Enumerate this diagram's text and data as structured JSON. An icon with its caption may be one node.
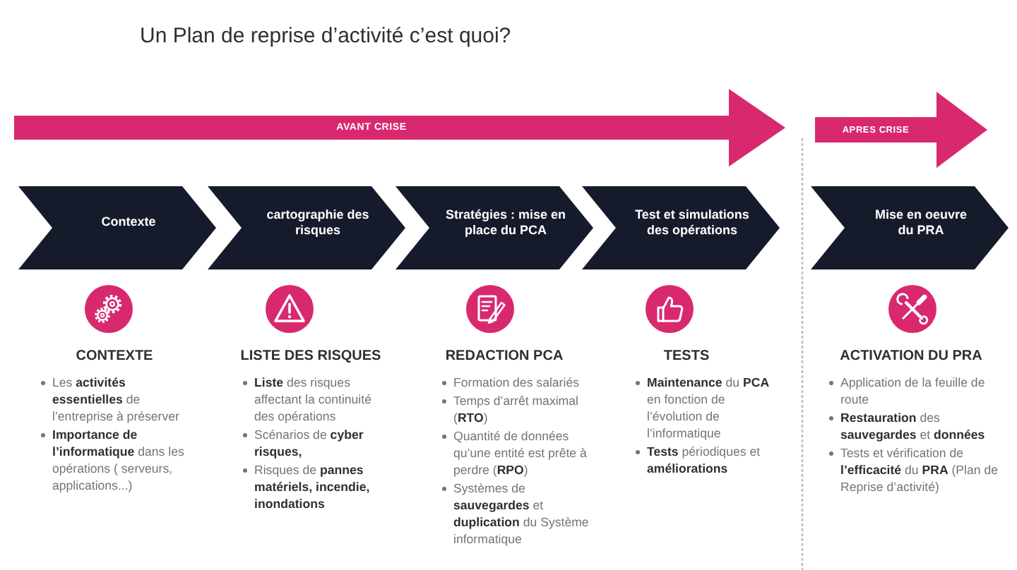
{
  "diagram": {
    "title": "Un Plan de reprise d’activité c’est quoi?",
    "nodes": [
      {
        "text": [
          "AVANT CRISE"
        ]
      },
      {
        "text": [
          "APRES CRISE"
        ]
      },
      {
        "text": [
          "Contexte"
        ]
      },
      {
        "text": [
          "cartographie des risques"
        ]
      },
      {
        "text": [
          "Stratégies : mise en place du PCA"
        ]
      },
      {
        "text": [
          "Test et simulations des opérations"
        ]
      },
      {
        "text": [
          "Mise en oeuvre du PRA"
        ]
      }
    ],
    "labels": [
      "CONTEXTE",
      "Les **activités essentielles** de l’entreprise à préserver",
      "**Importance de l’informatique** dans les opérations ( serveurs, applications...)",
      "LISTE DES RISQUES",
      "**Liste** des risques affectant la continuité des opérations",
      "Scénarios de **cyber risques,**",
      "Risques de **pannes matériels, incendie, inondations**",
      "REDACTION PCA",
      "Formation des salariés",
      "Temps d’arrêt maximal (**RTO**)",
      "Quantité de données qu’une entité est prête à perdre (**RPO**)",
      "Systèmes de **sauvegardes** et **duplication** du Système informatique",
      "TESTS",
      "**Maintenance** du **PCA** en fonction de l’évolution de l’informatique",
      "**Tests** périodiques et **améliorations**",
      "ACTIVATION DU PRA",
      "Application de la feuille de route",
      "**Restauration** des **sauvegardes** et **données**",
      "Tests et vérification de **l’efficacité** du **PRA** (Plan de Reprise d’activité)"
    ]
  }
}
